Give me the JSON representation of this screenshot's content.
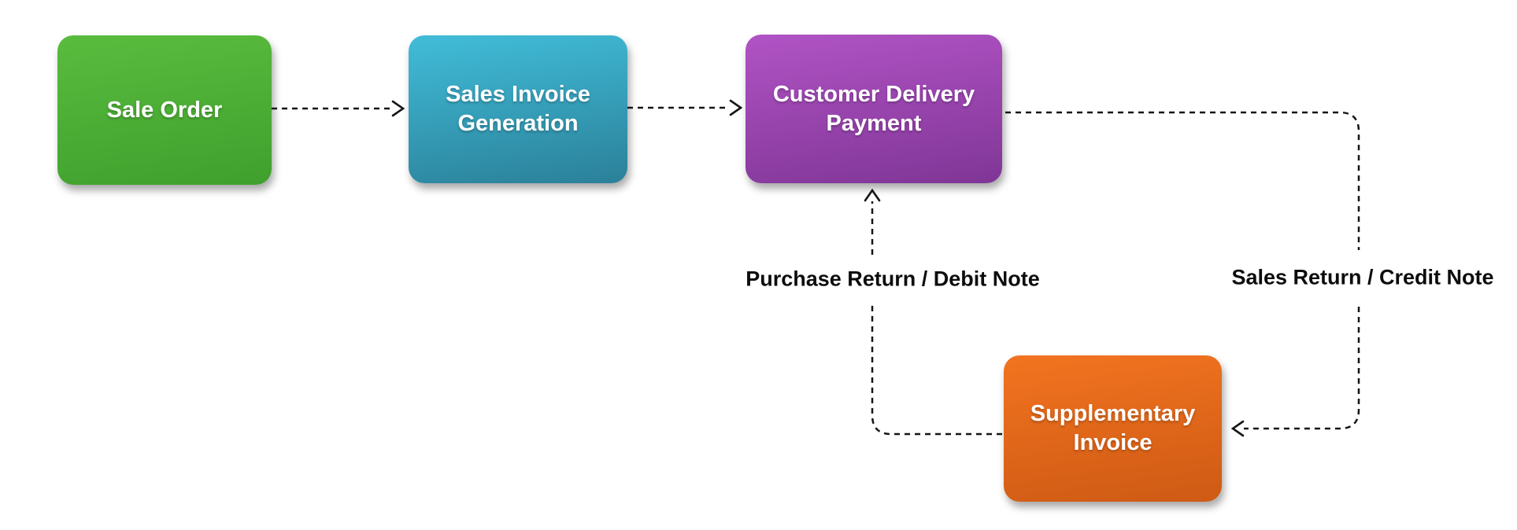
{
  "diagram": {
    "background_color": "#ffffff",
    "stroke_color": "#151515",
    "label_color": "#0d0d0d",
    "node_text_color": "#ffffff",
    "nodes": [
      {
        "id": "sale-order",
        "label": "Sale Order",
        "color_top": "#5abc3e",
        "color_bottom": "#3fa02d"
      },
      {
        "id": "sales-invoice-generation",
        "label": "Sales Invoice Generation",
        "color_top": "#41bdd9",
        "color_bottom": "#2b8099"
      },
      {
        "id": "customer-delivery-payment",
        "label": "Customer Delivery Payment",
        "color_top": "#b153c5",
        "color_bottom": "#803696"
      },
      {
        "id": "supplementary-invoice",
        "label": "Supplementary Invoice",
        "color_top": "#f27420",
        "color_bottom": "#ce5a14"
      }
    ],
    "edges": [
      {
        "id": "sale-order-to-sales-invoice",
        "from": "sale-order",
        "to": "sales-invoice-generation",
        "label": ""
      },
      {
        "id": "sales-invoice-to-customer-delivery",
        "from": "sales-invoice-generation",
        "to": "customer-delivery-payment",
        "label": ""
      },
      {
        "id": "customer-delivery-to-supplementary",
        "from": "customer-delivery-payment",
        "to": "supplementary-invoice",
        "label": "Sales Return / Credit Note"
      },
      {
        "id": "supplementary-to-customer-delivery",
        "from": "supplementary-invoice",
        "to": "customer-delivery-payment",
        "label": "Purchase Return / Debit Note"
      }
    ]
  }
}
